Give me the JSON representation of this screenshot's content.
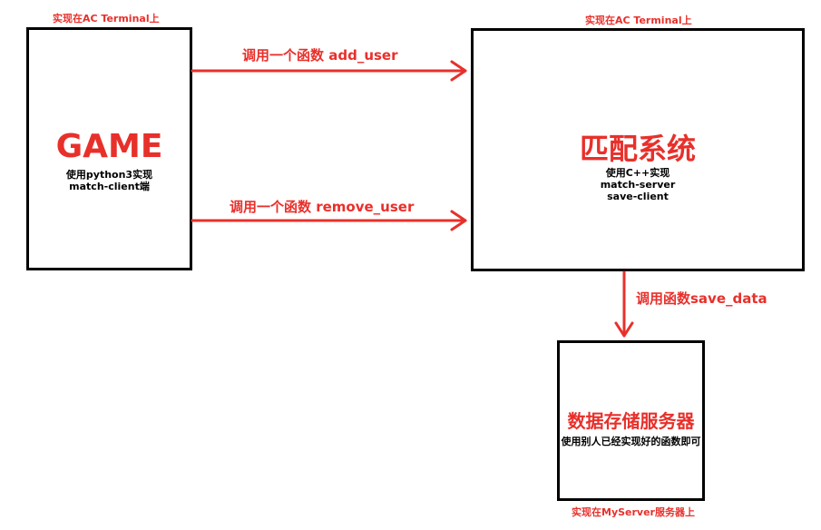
{
  "game": {
    "note": "实现在AC Terminal上",
    "title": "GAME",
    "desc1": "使用python3实现",
    "desc2": "match-client端"
  },
  "match": {
    "note": "实现在AC Terminal上",
    "title": "匹配系统",
    "desc1": "使用C++实现",
    "desc2": "match-server",
    "desc3": "save-client"
  },
  "storage": {
    "title": "数据存储服务器",
    "desc1": "使用别人已经实现好的函数即可",
    "note": "实现在MyServer服务器上"
  },
  "arrows": {
    "add_user": "调用一个函数 add_user",
    "remove_user": "调用一个函数 remove_user",
    "save_data": "调用函数save_data"
  },
  "colors": {
    "accent": "#e8302b",
    "border": "#000000"
  }
}
